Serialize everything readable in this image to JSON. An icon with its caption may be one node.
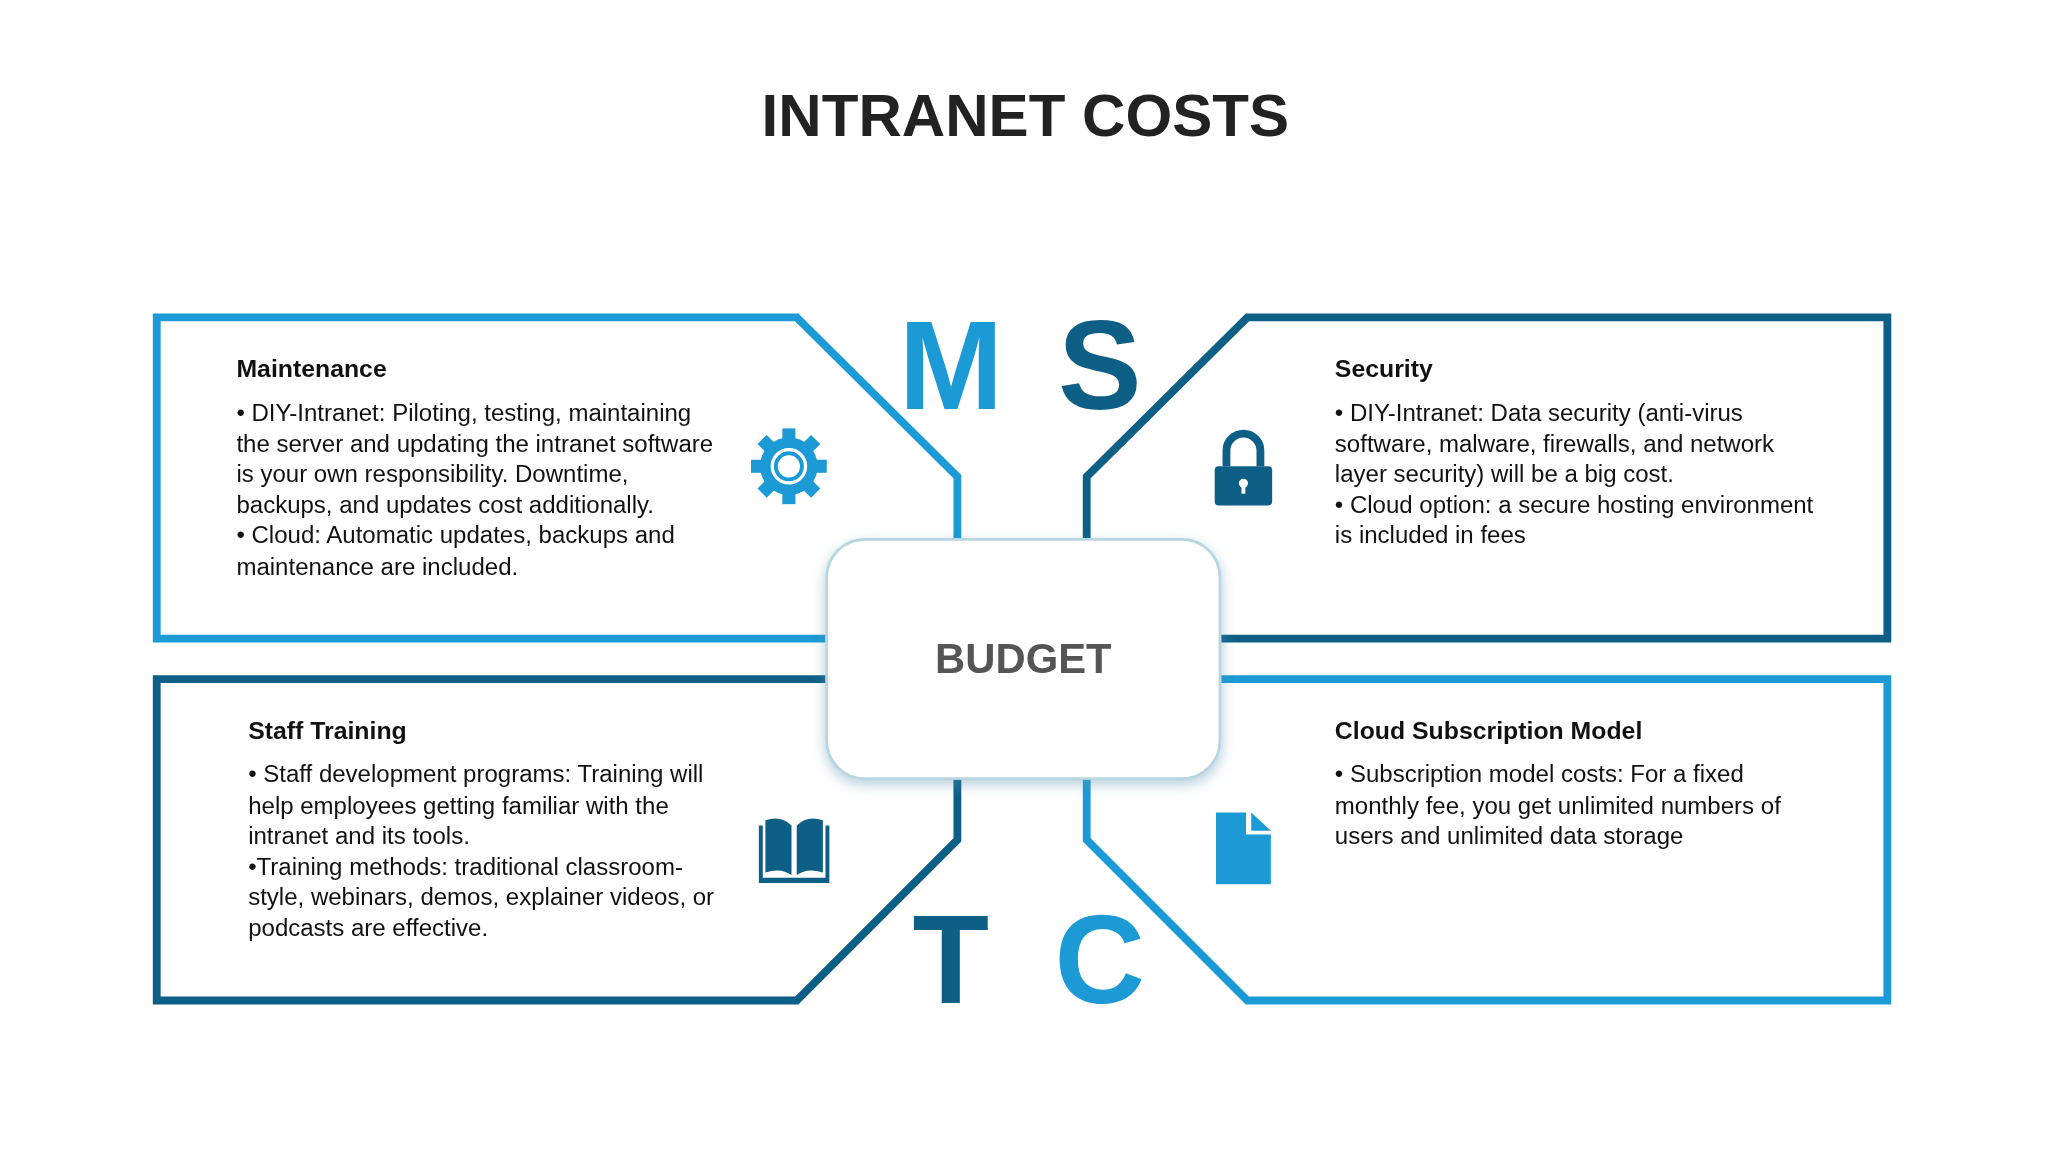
{
  "diagram": {
    "title": "INTRANET COSTS",
    "nodes": [
      {
        "text": [
          "Maintenance",
          "• DIY-Intranet: Piloting, testing, maintaining the server and updating the intranet software is your own responsibility. Downtime, backups, and updates cost additionally.",
          "• Cloud: Automatic updates, backups and maintenance are included."
        ]
      },
      {
        "text": [
          "Security",
          "• DIY-Intranet: Data security (anti-virus software, malware, firewalls, and network layer security) will be a big cost.",
          "• Cloud option: a secure hosting environment is included in fees"
        ]
      },
      {
        "text": [
          "BUDGET"
        ]
      },
      {
        "text": [
          "Staff Training",
          "• Staff development programs: Training will help employees getting familiar with the intranet and its tools.",
          "•Training methods: traditional classroom-style, webinars, demos, explainer videos, or podcasts are effective."
        ]
      },
      {
        "text": [
          "Cloud Subscription Model",
          "• Subscription model costs: For a fixed monthly fee, you get unlimited numbers of users and unlimited data storage"
        ]
      }
    ],
    "labels": [
      "M",
      "S",
      "T",
      "C"
    ]
  }
}
